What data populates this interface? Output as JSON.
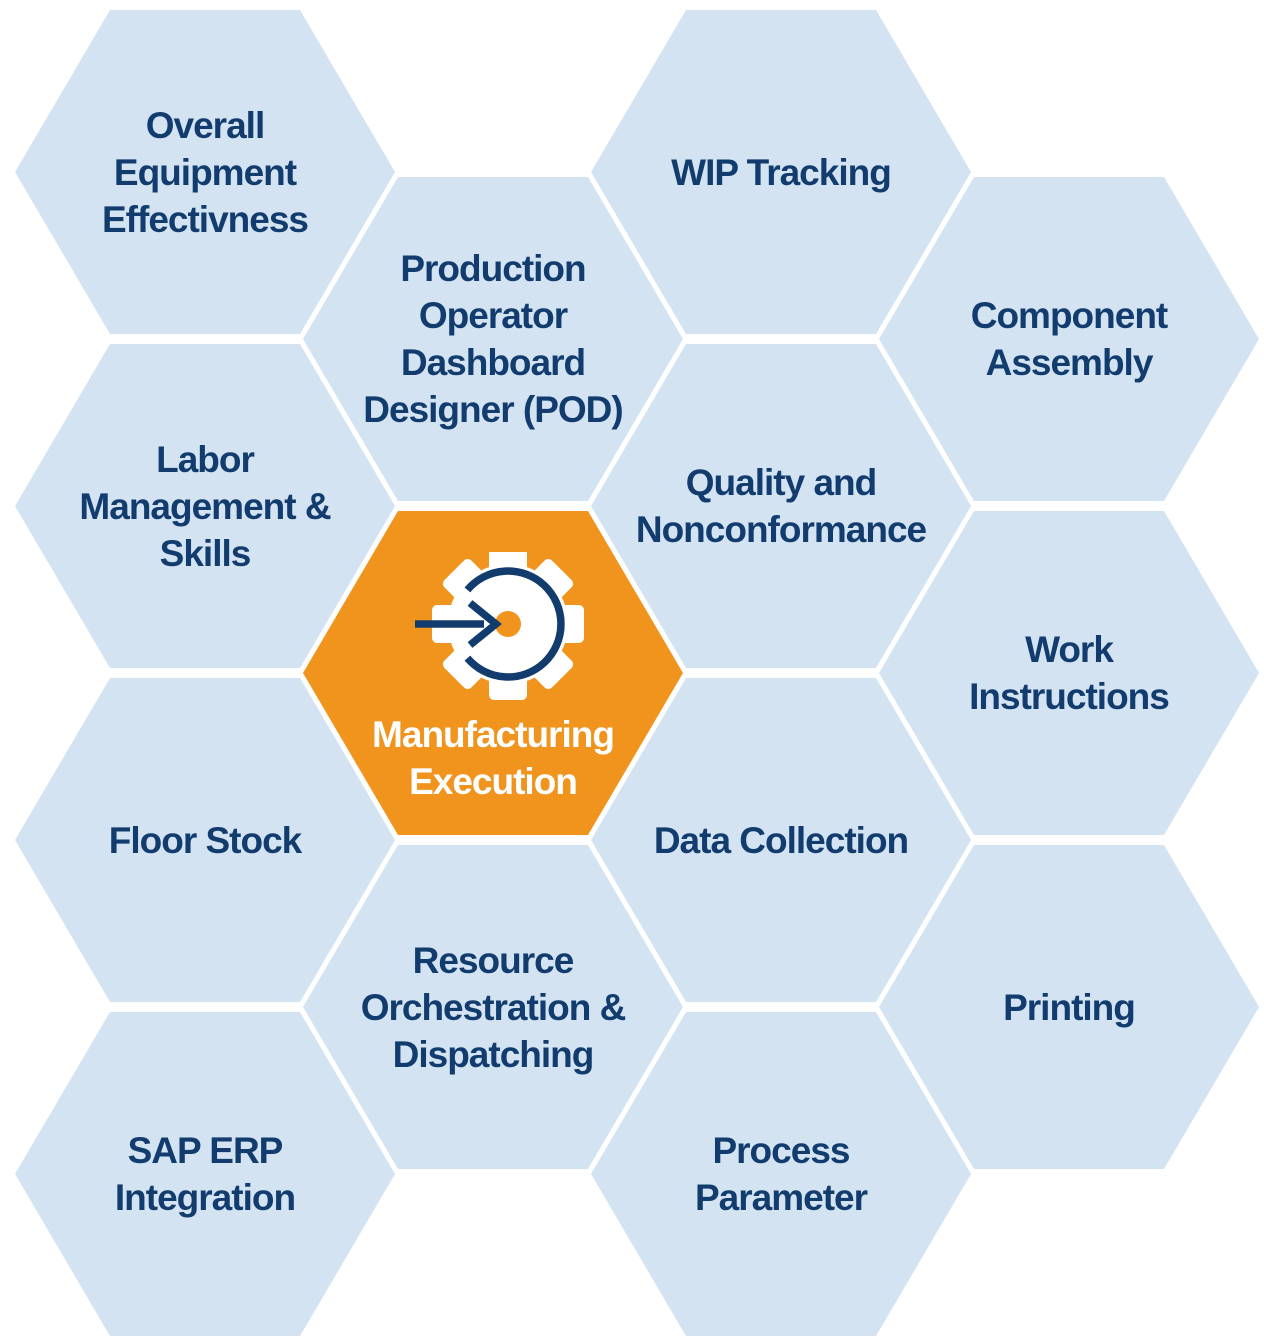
{
  "colors": {
    "hex_fill": "#d3e3f2",
    "hex_text": "#123c6e",
    "accent_fill": "#f0941e",
    "accent_text": "#ffffff",
    "background": "#ffffff"
  },
  "hexagons": {
    "oee": {
      "lines": [
        "Overall",
        "Equipment",
        "Effectivness"
      ]
    },
    "labor": {
      "lines": [
        "Labor",
        "Management &",
        "Skills"
      ]
    },
    "floor_stock": {
      "lines": [
        "Floor Stock"
      ]
    },
    "sap_erp": {
      "lines": [
        "SAP ERP",
        "Integration"
      ]
    },
    "pod": {
      "lines": [
        "Production",
        "Operator",
        "Dashboard",
        "Designer (POD)"
      ]
    },
    "manufacturing": {
      "lines": [
        "Manufacturing",
        "Execution"
      ],
      "icon": "gear-process-arrow-icon"
    },
    "resource": {
      "lines": [
        "Resource",
        "Orchestration &",
        "Dispatching"
      ]
    },
    "wip": {
      "lines": [
        "WIP Tracking"
      ]
    },
    "quality": {
      "lines": [
        "Quality and",
        "Nonconformance"
      ]
    },
    "data_collection": {
      "lines": [
        "Data Collection"
      ]
    },
    "process_parameter": {
      "lines": [
        "Process",
        "Parameter"
      ]
    },
    "component": {
      "lines": [
        "Component",
        "Assembly"
      ]
    },
    "work_instructions": {
      "lines": [
        "Work",
        "Instructions"
      ]
    },
    "printing": {
      "lines": [
        "Printing"
      ]
    }
  }
}
